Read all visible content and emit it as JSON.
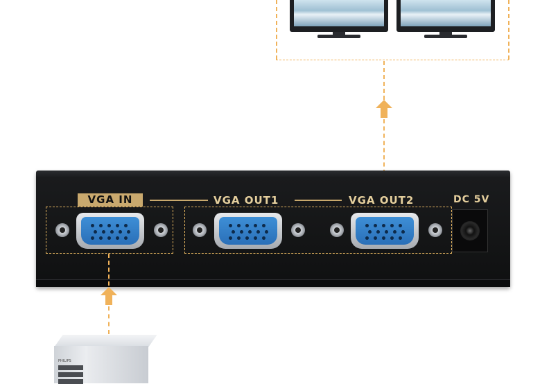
{
  "device": {
    "input_label": "VGA IN",
    "output1_label": "VGA OUT1",
    "output2_label": "VGA OUT2",
    "power_label": "DC 5V"
  },
  "computer": {
    "brand": "PHILIPS"
  },
  "colors": {
    "accent": "#f0b25a",
    "label_gold": "#c9a96e",
    "vga_blue": "#2f7fc8",
    "device_body": "#161718"
  },
  "icons": {
    "monitor": "monitor-icon",
    "arrow": "arrow-up-icon",
    "computer": "computer-tower-icon"
  }
}
